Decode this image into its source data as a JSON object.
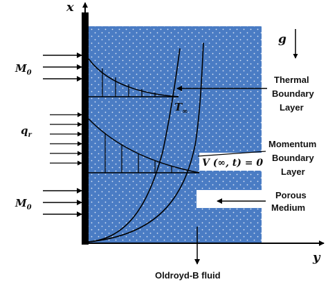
{
  "axes": {
    "x_label": "x",
    "y_label": "y"
  },
  "symbols": {
    "magnetic_field_top": "M",
    "magnetic_field_top_sub": "0",
    "magnetic_field_bottom": "M",
    "magnetic_field_bottom_sub": "0",
    "radiation": "q",
    "radiation_sub": "r",
    "gravity": "g",
    "t_inf": "T",
    "t_inf_sub": "∞",
    "v_inf": "V (∞, t) = 0"
  },
  "annotations": {
    "thermal": [
      "Thermal",
      "Boundary",
      "Layer"
    ],
    "momentum": [
      "Momentum",
      "Boundary",
      "Layer"
    ],
    "porous": [
      "Porous",
      "Medium"
    ],
    "fluid": "Oldroyd-B fluid"
  },
  "colors": {
    "fluid_fill": "#4a7cc4",
    "dots": "#dfe8f5",
    "wall": "#000000",
    "lines": "#000000"
  }
}
